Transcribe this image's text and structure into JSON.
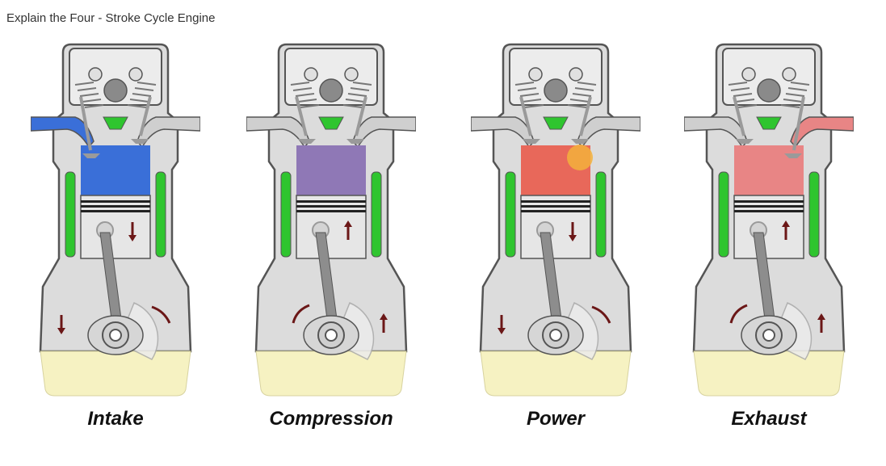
{
  "page": {
    "title": "Explain the Four - Stroke Cycle Engine"
  },
  "colors": {
    "coolant": "#2fc52f",
    "oil": "#f6f2c2",
    "arrow": "#6b1717",
    "casing": "#dcdcdc",
    "outline": "#555555"
  },
  "strokes": [
    {
      "label": "Intake",
      "gas_color": "#3a6fd8",
      "intake_valve": "open",
      "exhaust_valve": "closed",
      "piston_motion": "down",
      "intake_port_color": "#3a6fd8",
      "exhaust_port_color": "#cfcfcf"
    },
    {
      "label": "Compression",
      "gas_color": "#8f78b6",
      "intake_valve": "closed",
      "exhaust_valve": "closed",
      "piston_motion": "up",
      "intake_port_color": "#cfcfcf",
      "exhaust_port_color": "#cfcfcf"
    },
    {
      "label": "Power",
      "gas_color": "#e8685a",
      "intake_valve": "closed",
      "exhaust_valve": "closed",
      "piston_motion": "down",
      "spark": true,
      "intake_port_color": "#cfcfcf",
      "exhaust_port_color": "#cfcfcf"
    },
    {
      "label": "Exhaust",
      "gas_color": "#e88585",
      "intake_valve": "closed",
      "exhaust_valve": "open",
      "piston_motion": "up",
      "intake_port_color": "#cfcfcf",
      "exhaust_port_color": "#e88585"
    }
  ]
}
